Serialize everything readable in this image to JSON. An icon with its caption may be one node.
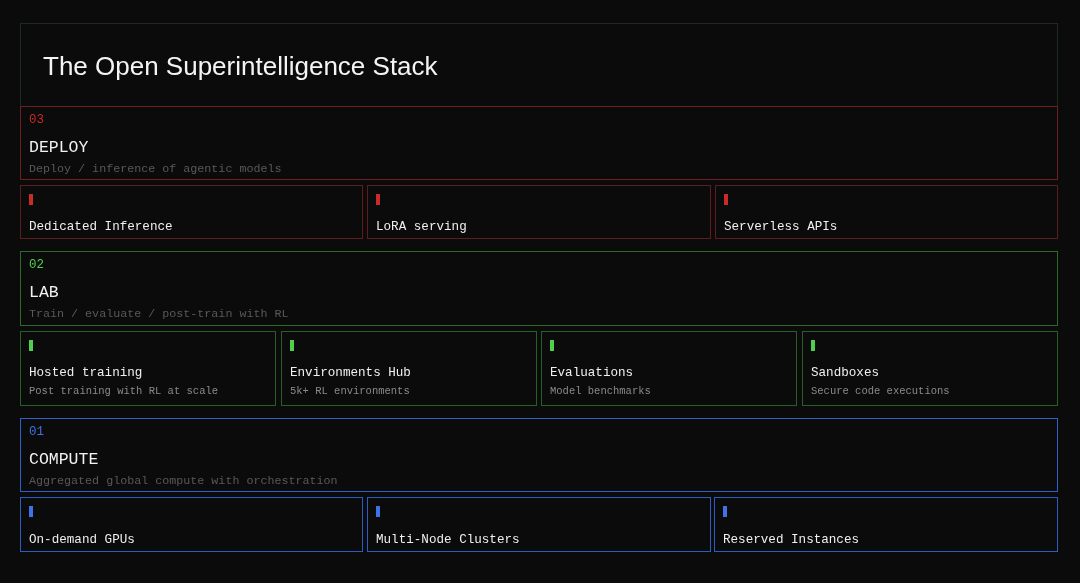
{
  "diagram": {
    "title": "The Open Superintelligence Stack",
    "nodes": [
      {
        "text": [
          "03",
          "DEPLOY",
          "Deploy / inference of agentic models"
        ]
      },
      {
        "text": [
          "Dedicated Inference"
        ]
      },
      {
        "text": [
          "LoRA serving"
        ]
      },
      {
        "text": [
          "Serverless APIs"
        ]
      },
      {
        "text": [
          "02",
          "LAB",
          "Train / evaluate / post-train with RL"
        ]
      },
      {
        "text": [
          "Hosted training",
          "Post training with RL at scale"
        ]
      },
      {
        "text": [
          "Environments Hub",
          "5k+ RL environments"
        ]
      },
      {
        "text": [
          "Evaluations",
          "Model benchmarks"
        ]
      },
      {
        "text": [
          "Sandboxes",
          "Secure code executions"
        ]
      },
      {
        "text": [
          "01",
          "COMPUTE",
          "Aggregated global compute with orchestration"
        ]
      },
      {
        "text": [
          "On-demand GPUs"
        ]
      },
      {
        "text": [
          "Multi-Node Clusters"
        ]
      },
      {
        "text": [
          "Reserved Instances"
        ]
      }
    ]
  }
}
